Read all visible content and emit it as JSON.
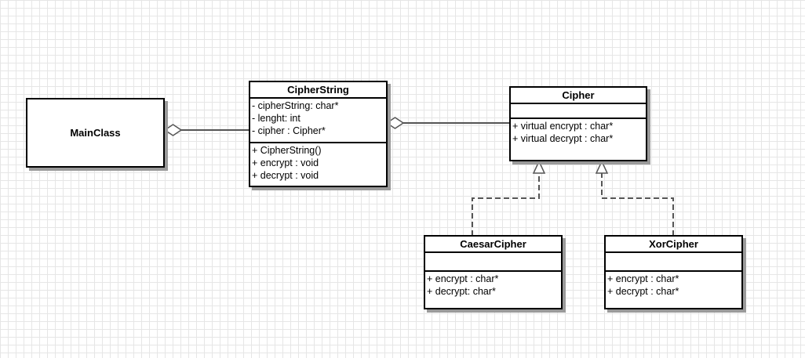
{
  "main_class": {
    "name": "MainClass"
  },
  "cipher_string": {
    "name": "CipherString",
    "attributes": [
      "- cipherString: char*",
      "- lenght: int",
      "- cipher : Cipher*"
    ],
    "methods": [
      "+ CipherString()",
      "+ encrypt : void",
      "+ decrypt : void"
    ]
  },
  "cipher": {
    "name": "Cipher",
    "attributes": [],
    "methods": [
      "+ virtual encrypt : char*",
      "+ virtual decrypt : char*"
    ]
  },
  "caesar_cipher": {
    "name": "CaesarCipher",
    "attributes": [],
    "methods": [
      "+ encrypt : char*",
      "+ decrypt: char*"
    ]
  },
  "xor_cipher": {
    "name": "XorCipher",
    "attributes": [],
    "methods": [
      "+ encrypt : char*",
      "+ decrypt : char*"
    ]
  }
}
